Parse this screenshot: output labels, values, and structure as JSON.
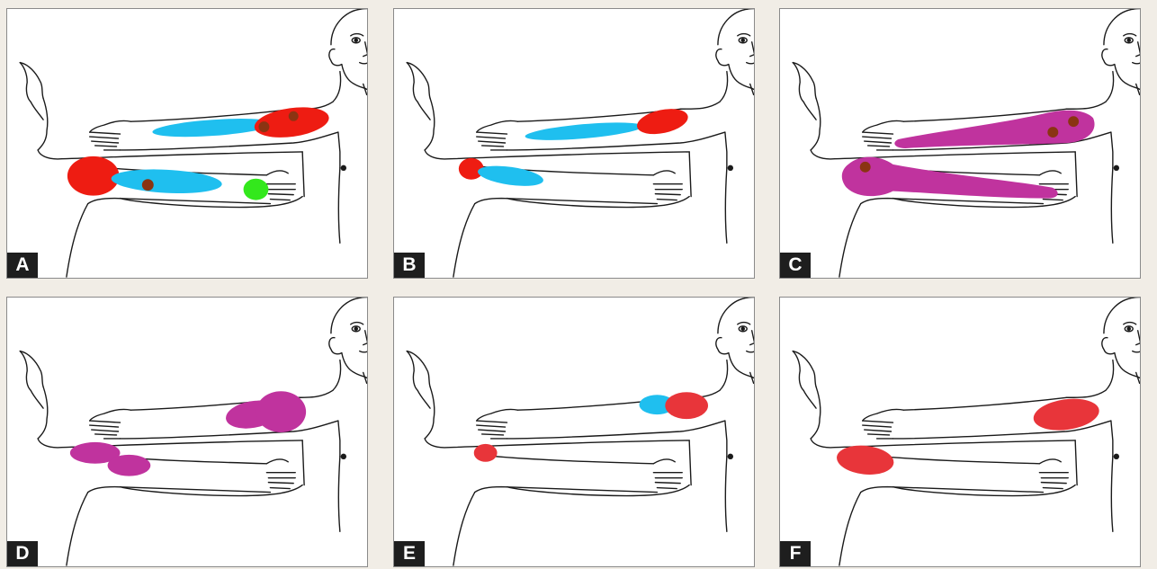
{
  "panels": [
    {
      "label": "A"
    },
    {
      "label": "B"
    },
    {
      "label": "C"
    },
    {
      "label": "D"
    },
    {
      "label": "E"
    },
    {
      "label": "F"
    }
  ],
  "colors": {
    "red": "#ee1c12",
    "blue": "#1fbfef",
    "magenta": "#c0339e",
    "green": "#33e81c",
    "brown": "#8a3412",
    "softred": "#e8353a",
    "line": "#1a1a1a"
  }
}
